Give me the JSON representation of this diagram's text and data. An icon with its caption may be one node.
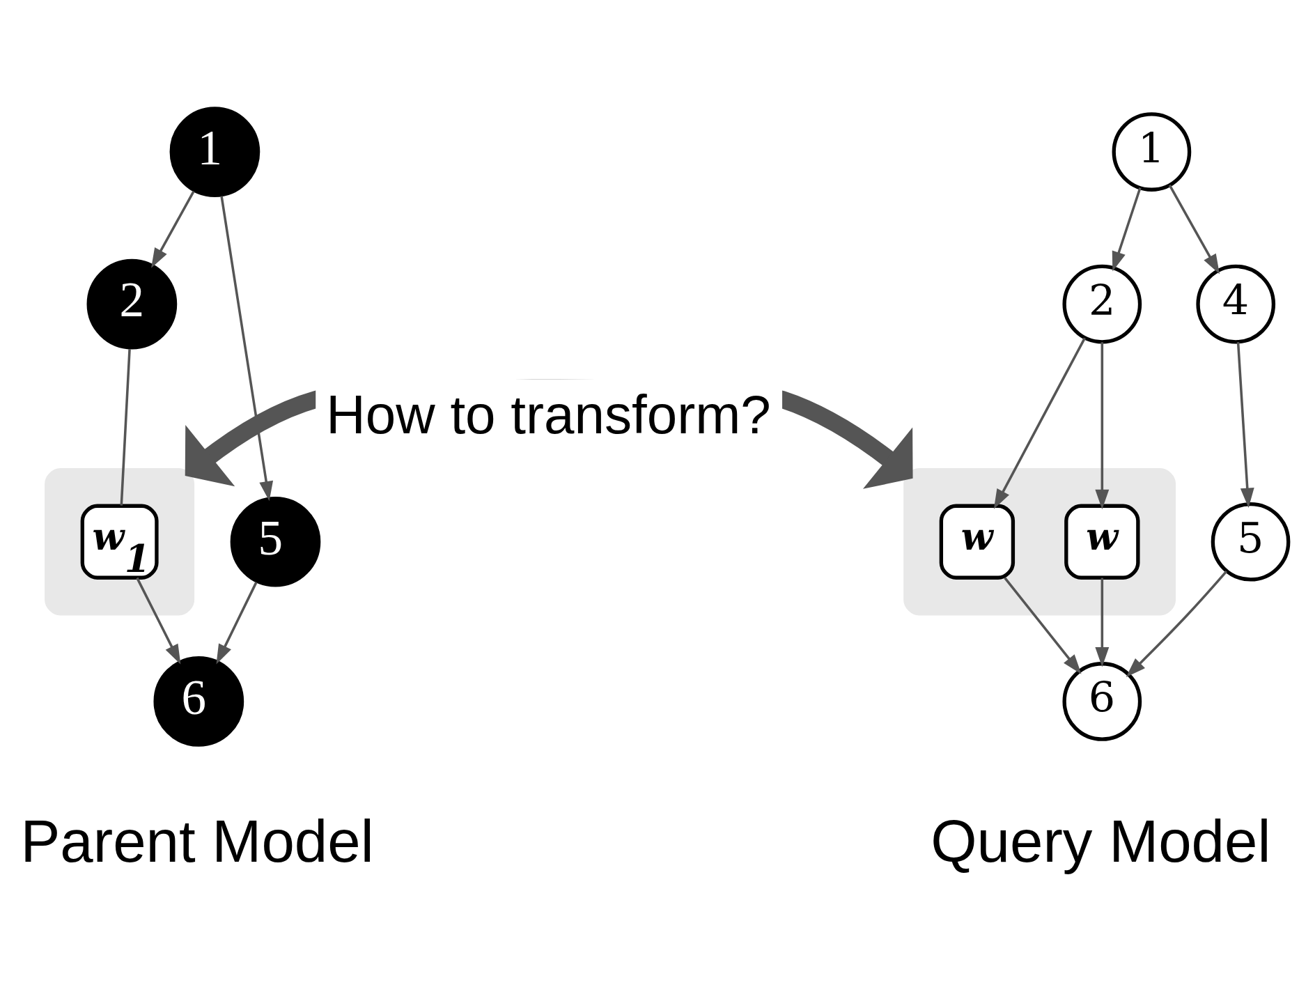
{
  "diagram": {
    "nodes": [
      {
        "text": [
          "1"
        ]
      },
      {
        "text": [
          "2"
        ]
      },
      {
        "text": [],
        "shape": "ellipse"
      },
      {
        "text": [
          "w$_{1}$"
        ],
        "in": 2
      },
      {
        "text": [
          "5"
        ]
      },
      {
        "text": [
          "6"
        ]
      },
      {
        "text": [
          "1"
        ]
      },
      {
        "text": [
          "2"
        ]
      },
      {
        "text": [],
        "shape": "ellipse"
      },
      {
        "text": [
          "w"
        ],
        "in": 8
      },
      {
        "text": [
          "w"
        ],
        "in": 8
      },
      {
        "text": [
          "4"
        ]
      },
      {
        "text": [
          "5"
        ]
      },
      {
        "text": [
          "6"
        ]
      }
    ],
    "edges": [
      {
        "from": 0,
        "to": 1,
        "arrow": "to"
      },
      {
        "from": 1,
        "to": 3,
        "arrow": "none"
      },
      {
        "from": 3,
        "to": 5,
        "arrow": "to"
      },
      {
        "from": 0,
        "to": 4,
        "arrow": "to"
      },
      {
        "from": 4,
        "to": 5,
        "arrow": "to"
      },
      {
        "from": 2,
        "to": 8,
        "arrow": "both",
        "style": "thick",
        "label": "How to transform?"
      },
      {
        "from": 6,
        "to": 7,
        "arrow": "to"
      },
      {
        "from": 7,
        "to": 9,
        "arrow": "to"
      },
      {
        "from": 7,
        "to": 10,
        "arrow": "to"
      },
      {
        "from": 9,
        "to": 13,
        "arrow": "to"
      },
      {
        "from": 10,
        "to": 13,
        "arrow": "to"
      },
      {
        "from": 6,
        "to": 11,
        "arrow": "to"
      },
      {
        "from": 11,
        "to": 12,
        "arrow": "to"
      },
      {
        "from": 12,
        "to": 13,
        "arrow": "to"
      }
    ],
    "labels": [
      "Parent Model",
      "Query Model"
    ]
  }
}
